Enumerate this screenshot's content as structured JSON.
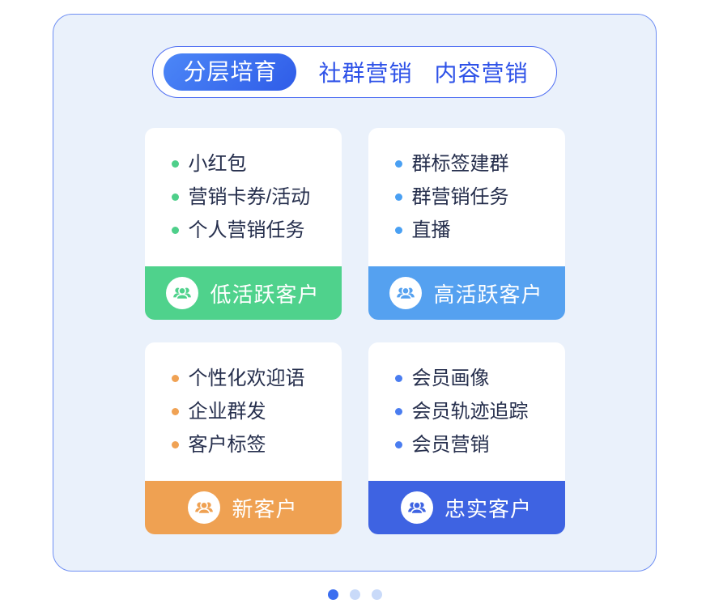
{
  "panel": {
    "background": "#eaf1fb",
    "border_color": "#6f8ff3"
  },
  "tabs": {
    "items": [
      {
        "label": "分层培育",
        "active": true
      },
      {
        "label": "社群营销",
        "active": false
      },
      {
        "label": "内容营销",
        "active": false
      }
    ],
    "active_gradient_start": "#4c87f7",
    "active_gradient_end": "#2f5ce8",
    "inactive_text_color": "#2e52e8"
  },
  "cards": [
    {
      "items": [
        "小红包",
        "营销卡券/活动",
        "个人营销任务"
      ],
      "bullet_color": "#4ecf8a",
      "banner": {
        "label": "低活跃客户",
        "color": "#4fd28c",
        "icon": "people-group-icon"
      }
    },
    {
      "items": [
        "群标签建群",
        "群营销任务",
        "直播"
      ],
      "bullet_color": "#4aa0f3",
      "banner": {
        "label": "高活跃客户",
        "color": "#55a1f0",
        "icon": "people-group-icon"
      }
    },
    {
      "items": [
        "个性化欢迎语",
        "企业群发",
        "客户标签"
      ],
      "bullet_color": "#f0a254",
      "banner": {
        "label": "新客户",
        "color": "#efa152",
        "icon": "people-group-icon"
      }
    },
    {
      "items": [
        "会员画像",
        "会员轨迹追踪",
        "会员营销"
      ],
      "bullet_color": "#4a7df0",
      "banner": {
        "label": "忠实客户",
        "color": "#3e63e2",
        "icon": "people-group-icon"
      }
    }
  ],
  "pagination": {
    "active_index": 0,
    "active_color": "#3b6ef0",
    "inactive_color": "#c9daf9"
  }
}
